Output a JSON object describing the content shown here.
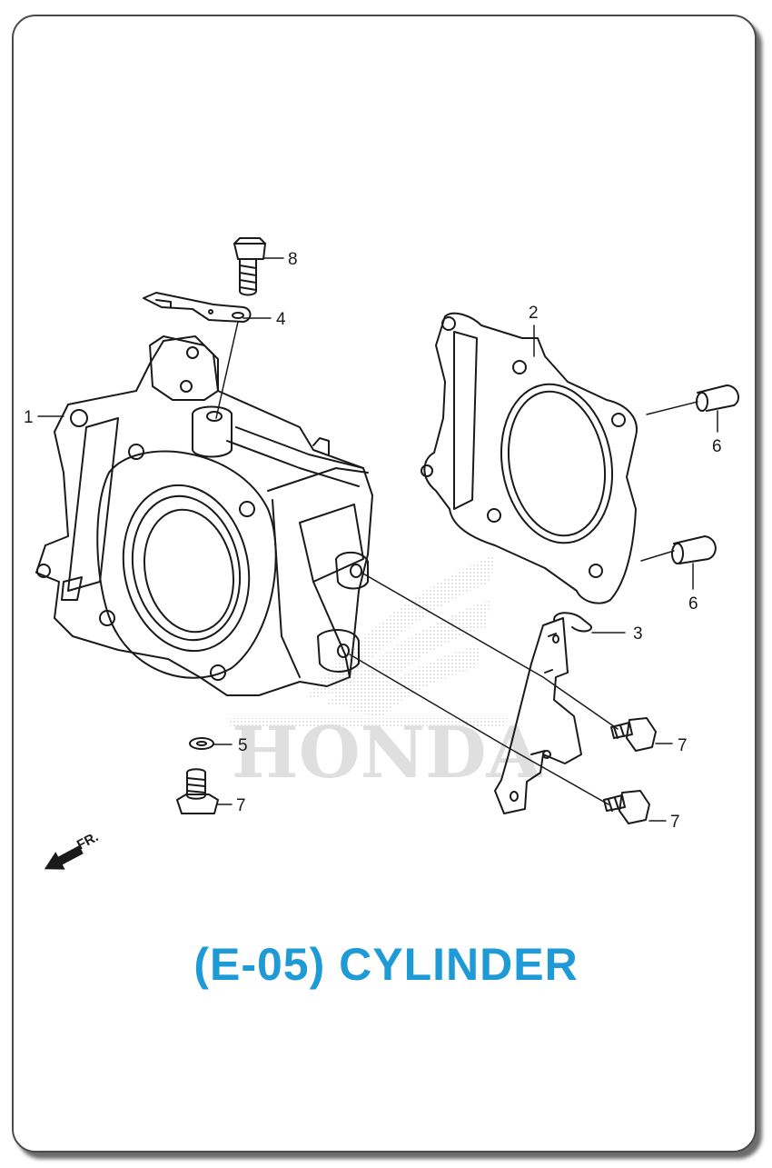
{
  "title": "(E-05) CYLINDER",
  "watermark": "HONDA",
  "direction_label": "FR.",
  "callouts": {
    "c1": "1",
    "c2": "2",
    "c3": "3",
    "c4": "4",
    "c5": "5",
    "c6a": "6",
    "c6b": "6",
    "c7a": "7",
    "c7b": "7",
    "c7c": "7",
    "c8": "8"
  },
  "colors": {
    "title": "#1e9ad6",
    "line": "#1a1a1a",
    "watermark": "#d9d9d9"
  }
}
